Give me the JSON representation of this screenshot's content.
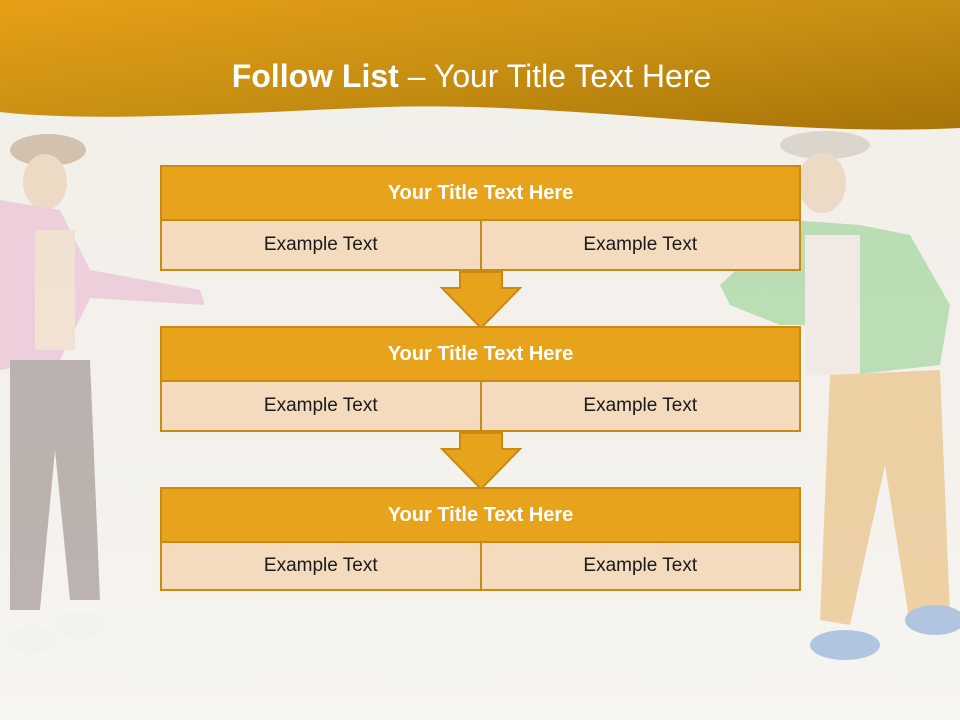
{
  "slide": {
    "title_bold": "Follow List",
    "title_rest": "– Your Title Text Here"
  },
  "blocks": [
    {
      "title": "Your Title Text Here",
      "left": "Example Text",
      "right": "Example Text"
    },
    {
      "title": "Your Title Text Here",
      "left": "Example Text",
      "right": "Example Text"
    },
    {
      "title": "Your Title Text Here",
      "left": "Example Text",
      "right": "Example Text"
    }
  ],
  "colors": {
    "accent": "#e8a31c",
    "accent_dark": "#c98a0f",
    "cell_fill": "#f5dbbd",
    "header_dark": "#9a6a0a"
  },
  "icons": [
    "down-arrow-icon",
    "down-arrow-icon"
  ]
}
